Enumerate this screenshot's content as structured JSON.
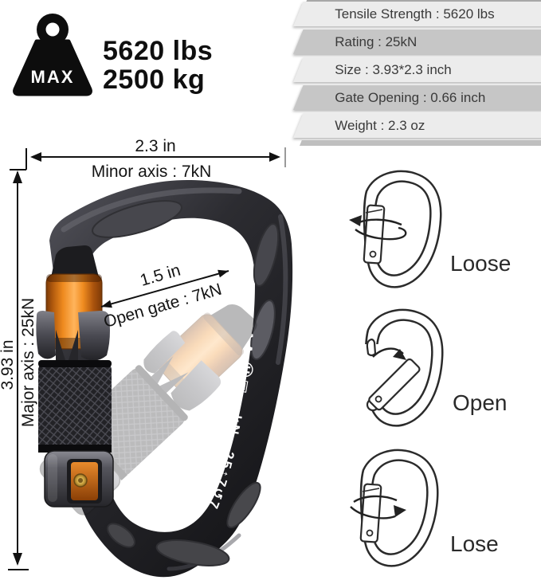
{
  "max_badge": {
    "icon": "weight-max-icon",
    "label": "MAX",
    "line1": "5620 lbs",
    "line2": "2500 kg"
  },
  "spec_banners": [
    {
      "text": "Tensile Strength : 5620 lbs",
      "tone": "light"
    },
    {
      "text": "Rating : 25kN",
      "tone": "dark"
    },
    {
      "text": "Size : 3.93*2.3 inch",
      "tone": "light"
    },
    {
      "text": "Gate Opening : 0.66 inch",
      "tone": "dark"
    },
    {
      "text": "Weight : 2.3 oz",
      "tone": "light"
    }
  ],
  "dimensions": {
    "width_label": "2.3 in",
    "width_sub": "Minor axis : 7kN",
    "height_label": "3.93 in",
    "height_sub": "Major axis : 25kN",
    "gate_label": "1.5 in",
    "gate_sub": "Open gate : 7kN"
  },
  "markings": {
    "line1": "UIAA Ⓗ▣",
    "line2": "kN→25↑7↺7"
  },
  "gate_states": [
    {
      "label": "Loose"
    },
    {
      "label": "Open"
    },
    {
      "label": "Lose"
    }
  ],
  "colors": {
    "body_black": "#1d1d21",
    "gate_orange": "#ee8a1e",
    "banner_light": "#ececec",
    "banner_dark": "#c6c6c6"
  }
}
